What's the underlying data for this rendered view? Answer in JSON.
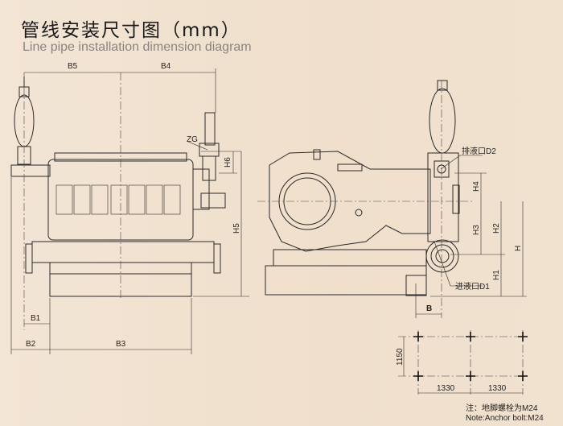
{
  "title": "管线安装尺寸图（mm）",
  "subtitle": "Line pipe installation dimension diagram",
  "dimensions": {
    "B5": "B5",
    "B4": "B4",
    "ZG": "ZG",
    "H6": "H6",
    "H5": "H5",
    "B1": "B1",
    "B2": "B2",
    "B3": "B3",
    "H4": "H4",
    "H3": "H3",
    "H2": "H2",
    "H1": "H1",
    "H": "H",
    "B": "B"
  },
  "ports": {
    "discharge": "排液口D2",
    "suction": "进液口D1"
  },
  "bolt_pattern": {
    "width_1": "1330",
    "width_2": "1330",
    "depth": "1150"
  },
  "note": {
    "cn": "注：地脚螺栓为M24",
    "en": "Note:Anchor bolt:M24"
  }
}
